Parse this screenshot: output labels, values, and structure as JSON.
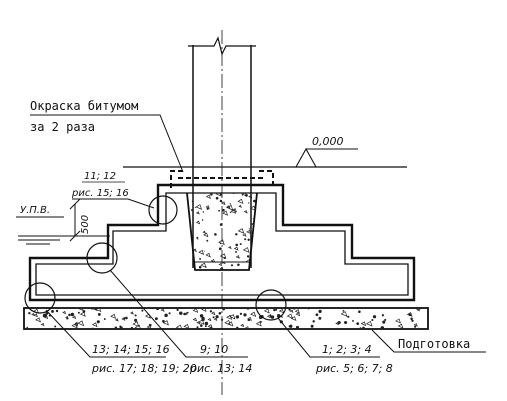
{
  "labels": {
    "coating_line1": "Окраска битумом",
    "coating_line2": "за 2 раза",
    "elevation": "0,000",
    "groundwater": "У.П.В.",
    "dim_500": "500",
    "ref_top_line1": "11; 12",
    "ref_top_line2": "рис. 15; 16",
    "ref_bl_line1": "13; 14; 15; 16",
    "ref_bl_line2": "рис. 17; 18; 19; 20",
    "ref_bm_line1": "9; 10",
    "ref_bm_line2": "рис. 13; 14",
    "ref_br_line1": "1; 2; 3; 4",
    "ref_br_line2": "рис. 5; 6; 7; 8",
    "preparation": "Подготовка"
  }
}
